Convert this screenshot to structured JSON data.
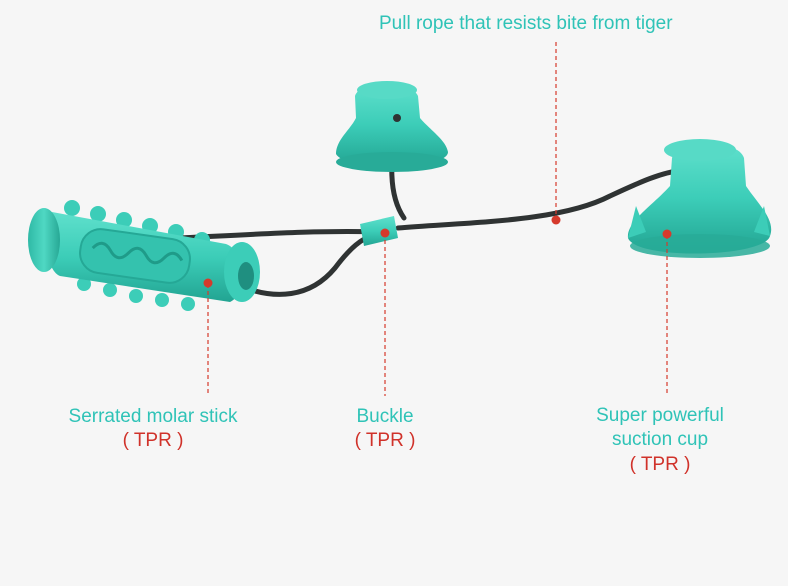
{
  "colors": {
    "toy": "#3ccdb8",
    "toy_dark": "#25a896",
    "rope": "#2f3333",
    "marker": "#d63a2c",
    "label_text": "#2fc3b7",
    "material_text": "#d0322a"
  },
  "labels": {
    "rope": "Pull rope that resists bite from tiger",
    "stick": {
      "name": "Serrated molar stick",
      "material": "( TPR )"
    },
    "buckle": {
      "name": "Buckle",
      "material": "( TPR )"
    },
    "suction": {
      "name_line1": "Super powerful",
      "name_line2": "suction cup",
      "material": "( TPR )"
    }
  }
}
